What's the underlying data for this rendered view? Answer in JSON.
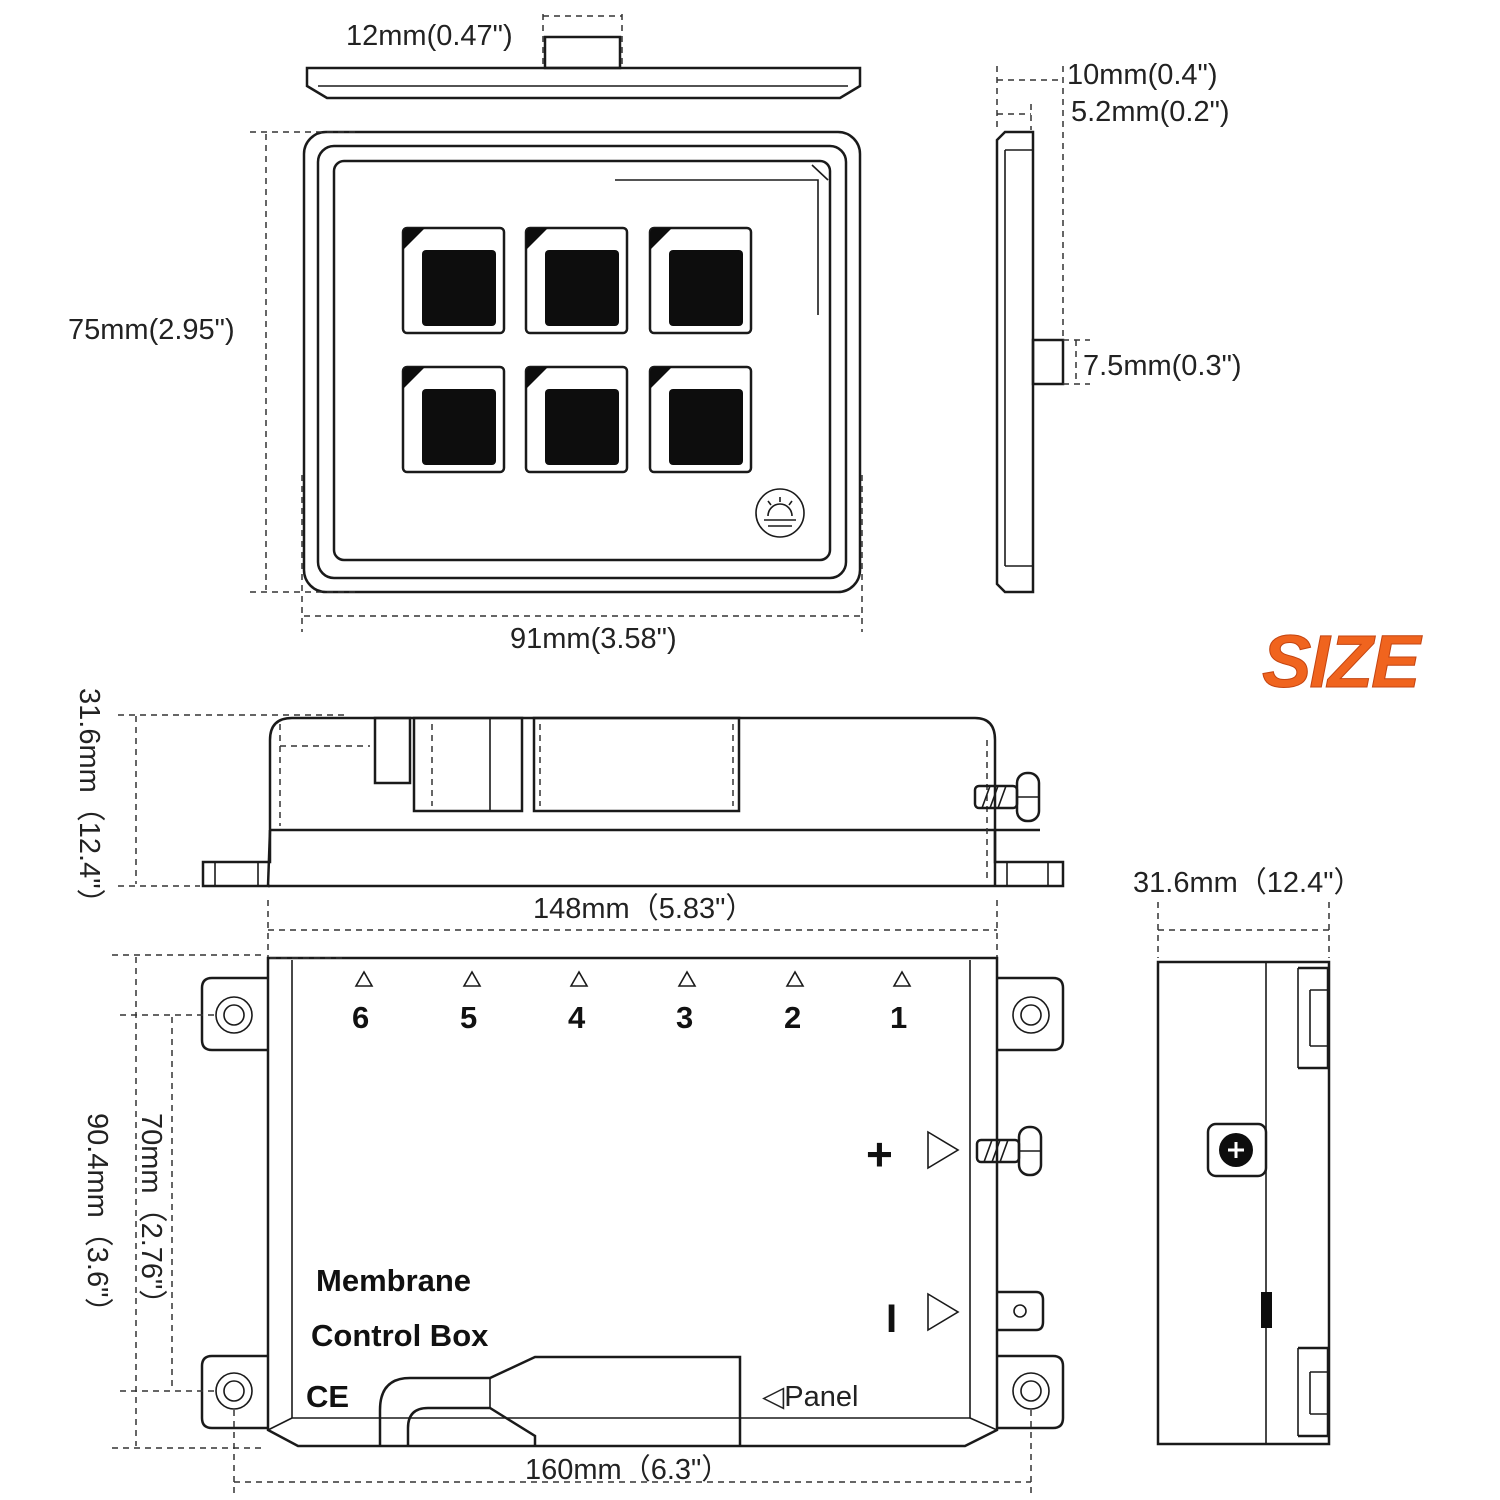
{
  "title": "SIZE",
  "panel": {
    "button_width": "12mm(0.47\")",
    "height": "75mm(2.95\")",
    "width": "91mm(3.58\")",
    "thickness": "10mm(0.4\")",
    "face_thickness": "5.2mm(0.2\")",
    "connector": "7.5mm(0.3\")"
  },
  "control_box": {
    "height": "31.6mm（12.4\"）",
    "width": "148mm（5.83\"）",
    "side_depth": "31.6mm（12.4\"）",
    "overall_height": "90.4mm（3.6\"）",
    "hole_spacing_vertical": "70mm（2.76\"）",
    "hole_spacing_horizontal": "160mm（6.3\"）",
    "channels": [
      "6",
      "5",
      "4",
      "3",
      "2",
      "1"
    ],
    "plus_terminal": "+",
    "minus_terminal": "I",
    "label_line1": "Membrane",
    "label_line2": "Control Box",
    "ce_mark": "CE",
    "panel_port": "◁Panel"
  }
}
